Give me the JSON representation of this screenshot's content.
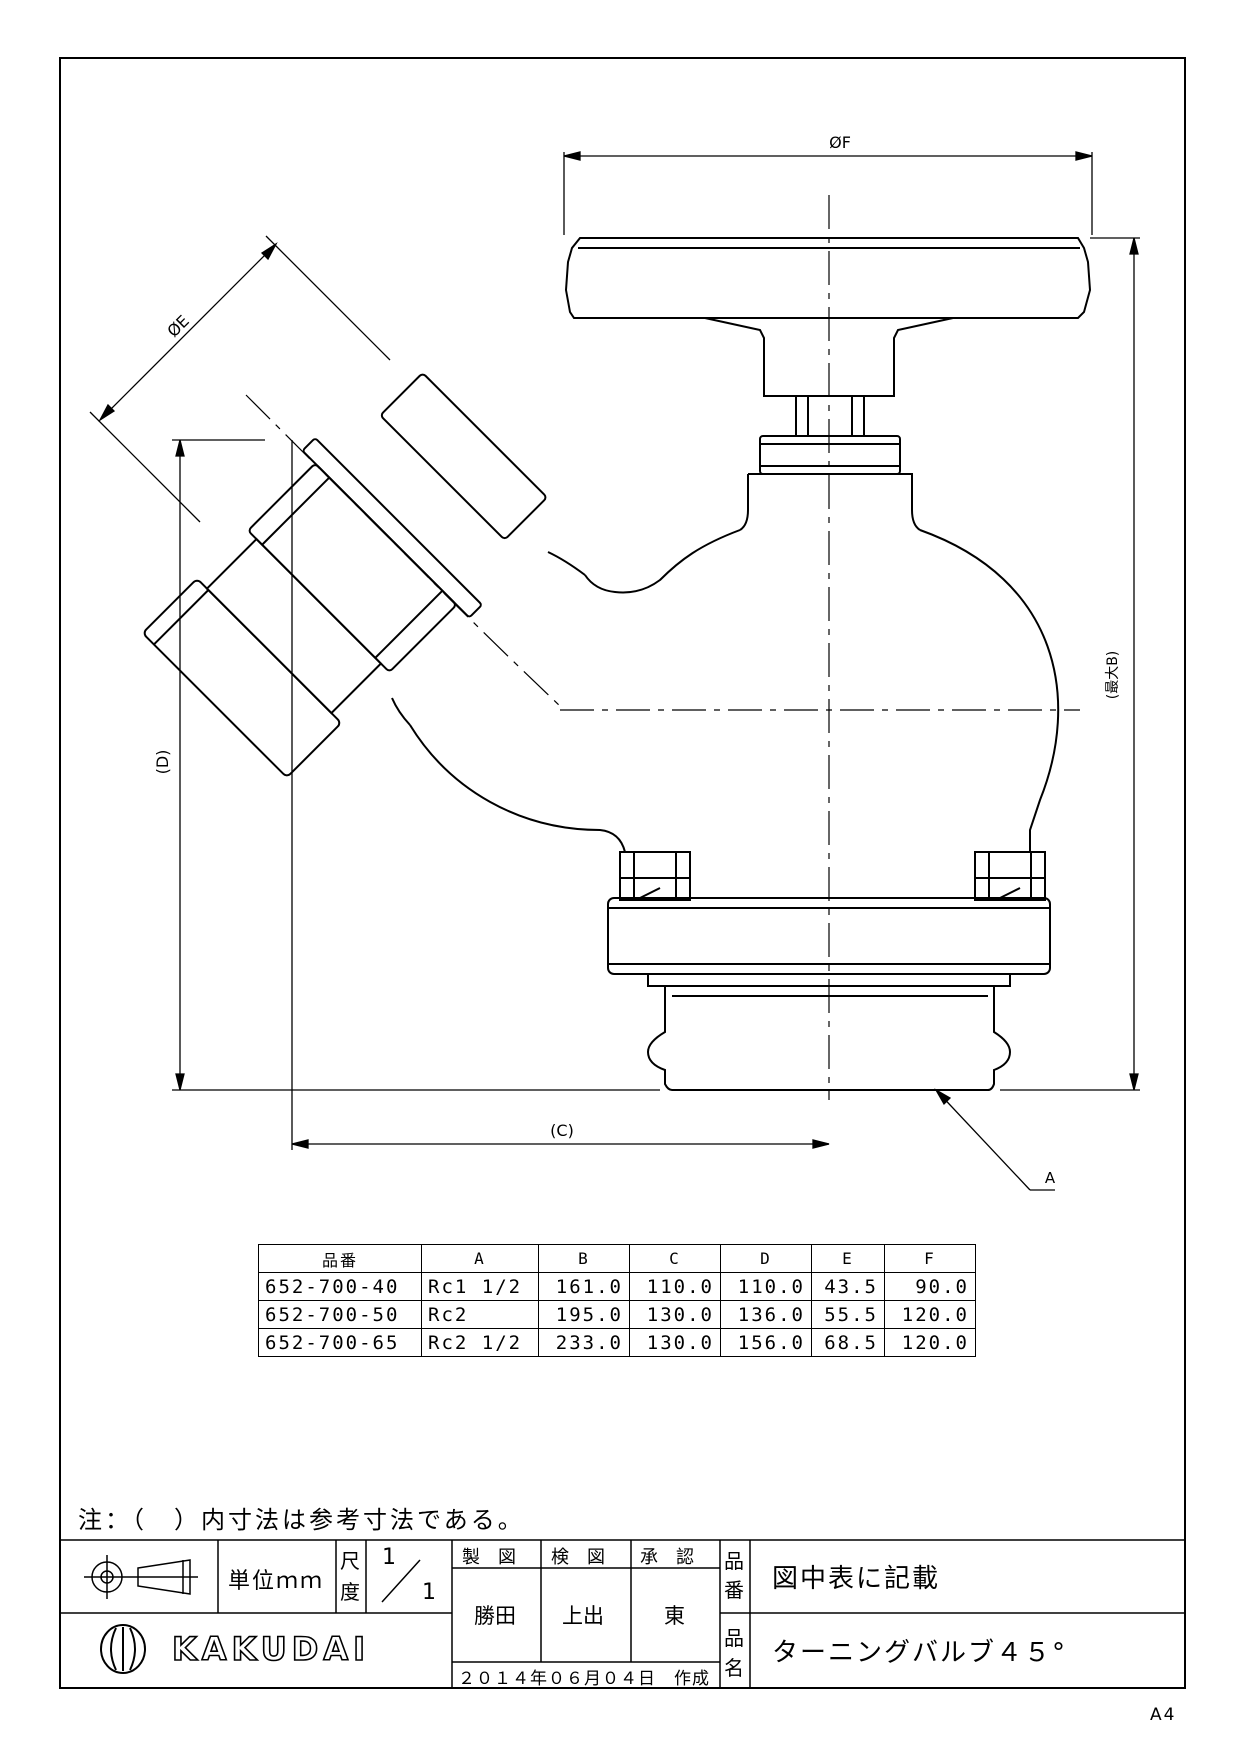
{
  "drawing": {
    "dim_labels": {
      "phi_f": "ØF",
      "phi_e": "ØE",
      "max_b": "(最大B)",
      "d": "(D)",
      "c": "(C)",
      "a": "A"
    }
  },
  "spec_table": {
    "headers": [
      "品番",
      "A",
      "B",
      "C",
      "D",
      "E",
      "F"
    ],
    "rows": [
      [
        "652-700-40",
        "Rc1 1/2",
        "161.0",
        "110.0",
        "110.0",
        "43.5",
        "90.0"
      ],
      [
        "652-700-50",
        "Rc2",
        "195.0",
        "130.0",
        "136.0",
        "55.5",
        "120.0"
      ],
      [
        "652-700-65",
        "Rc2 1/2",
        "233.0",
        "130.0",
        "156.0",
        "68.5",
        "120.0"
      ]
    ]
  },
  "note": "注：（　）内寸法は参考寸法である。",
  "title_block": {
    "unit": "単位ｍｍ",
    "scale_label_1": "尺",
    "scale_label_2": "度",
    "scale_num": "1",
    "scale_den": "1",
    "drawn_label": "製　図",
    "checked_label": "検　図",
    "approved_label": "承　認",
    "drawn_by": "勝田",
    "checked_by": "上出",
    "approved_by": "東",
    "part_no_label_1": "品",
    "part_no_label_2": "番",
    "part_no_value": "図中表に記載",
    "name_label_1": "品",
    "name_label_2": "名",
    "name_value": "ターニングバルブ４５°",
    "date": "２０１４年０６月０４日　作成",
    "brand": "KAKUDAI"
  },
  "sheet_size": "A4"
}
